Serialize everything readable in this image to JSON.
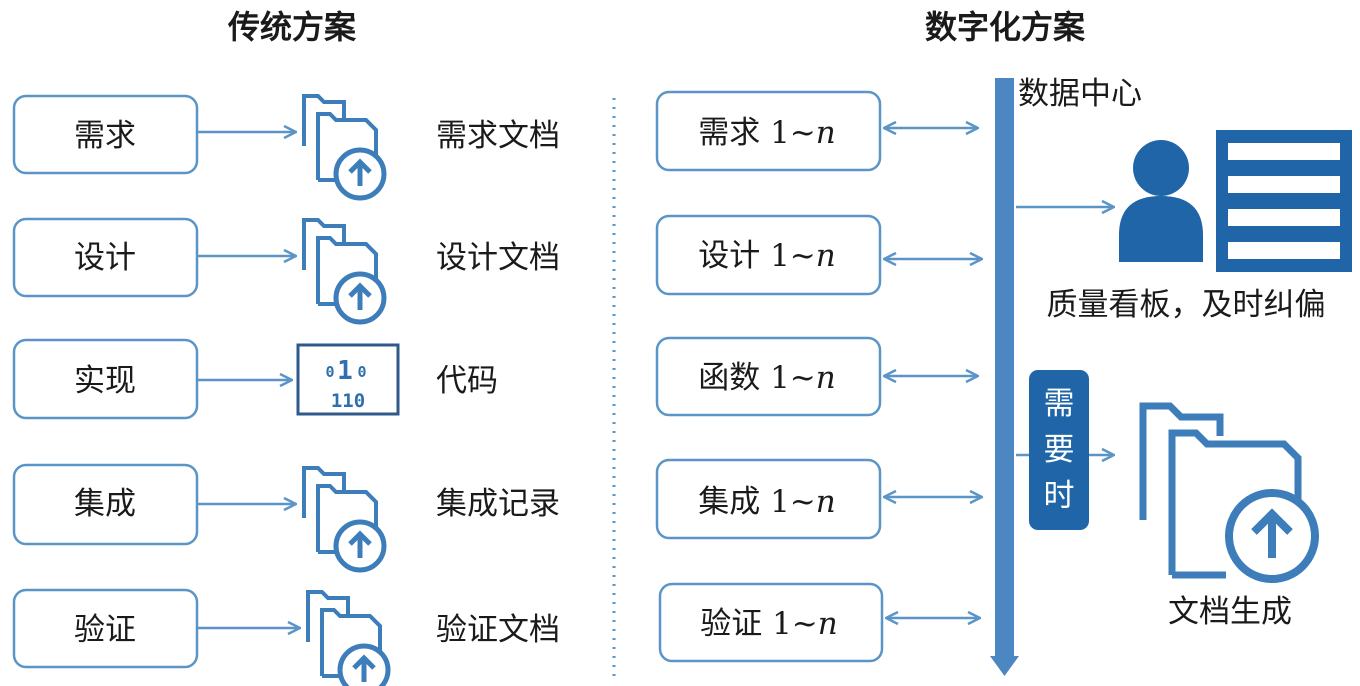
{
  "colors": {
    "accent": "#5b95c7",
    "dark_blue": "#1f65a8",
    "bar": "#4d87c2",
    "text": "#1a1a1a"
  },
  "traditional": {
    "title": "传统方案",
    "rows": [
      {
        "stage": "需求",
        "output": "需求文档",
        "icon": "folder-upload-icon"
      },
      {
        "stage": "设计",
        "output": "设计文档",
        "icon": "folder-upload-icon"
      },
      {
        "stage": "实现",
        "output": "代码",
        "icon": "binary-code-icon"
      },
      {
        "stage": "集成",
        "output": "集成记录",
        "icon": "folder-upload-icon"
      },
      {
        "stage": "验证",
        "output": "验证文档",
        "icon": "folder-upload-icon"
      }
    ],
    "binary_line1_a": "0",
    "binary_line1_b": "1",
    "binary_line1_c": "0",
    "binary_line2": "110"
  },
  "digital": {
    "title": "数字化方案",
    "rows": [
      {
        "stage": "需求",
        "suffix": " 1~",
        "var": "n"
      },
      {
        "stage": "设计",
        "suffix": " 1~",
        "var": "n"
      },
      {
        "stage": "函数",
        "suffix": " 1~",
        "var": "n"
      },
      {
        "stage": "集成",
        "suffix": " 1~",
        "var": "n"
      },
      {
        "stage": "验证",
        "suffix": " 1~",
        "var": "n"
      }
    ],
    "data_center": "数据中心",
    "dashboard_label": "质量看板，及时纠偏",
    "on_demand": [
      "需",
      "要",
      "时"
    ],
    "doc_gen_label": "文档生成"
  }
}
